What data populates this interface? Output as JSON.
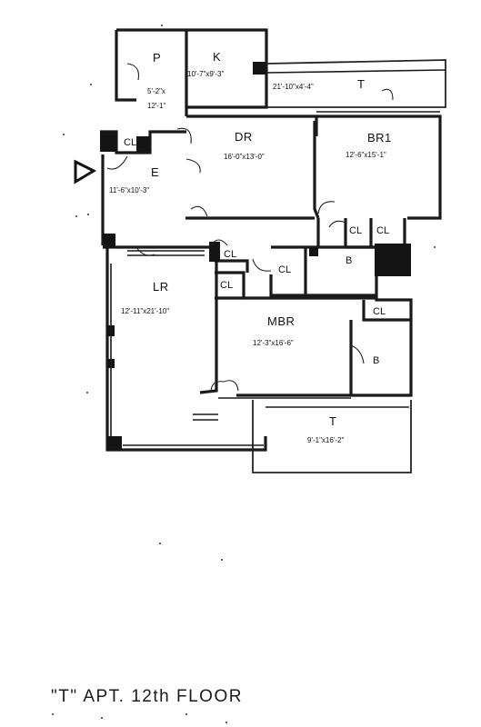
{
  "rooms": {
    "pantry": {
      "name": "P",
      "dim": "5'-2\"x",
      "dim2": "12'-1\""
    },
    "kitchen": {
      "name": "K",
      "dim": "10'-7\"x9'-3\""
    },
    "terrace_top": {
      "name": "T",
      "dim": "21'-10\"x4'-4\""
    },
    "dining": {
      "name": "DR",
      "dim": "16'-0\"x13'-0\""
    },
    "bedroom1": {
      "name": "BR1",
      "dim": "12'-6\"x15'-1\""
    },
    "entry": {
      "name": "E",
      "dim": "11'-6\"x10'-3\""
    },
    "living": {
      "name": "LR",
      "dim": "12'-11\"x21'-10\""
    },
    "master": {
      "name": "MBR",
      "dim": "12'-3\"x16'-6\""
    },
    "terrace_bottom": {
      "name": "T",
      "dim": "9'-1\"x16'-2\""
    },
    "closet_entry": {
      "name": "CL"
    },
    "closet_br1_a": {
      "name": "CL"
    },
    "closet_br1_b": {
      "name": "CL"
    },
    "closet_hall_a": {
      "name": "CL"
    },
    "closet_hall_b": {
      "name": "CL"
    },
    "closet_lr": {
      "name": "CL"
    },
    "closet_mbr": {
      "name": "CL"
    },
    "bath_1": {
      "name": "B"
    },
    "bath_2": {
      "name": "B"
    }
  },
  "caption": "\"T\" APT. 12th FLOOR"
}
